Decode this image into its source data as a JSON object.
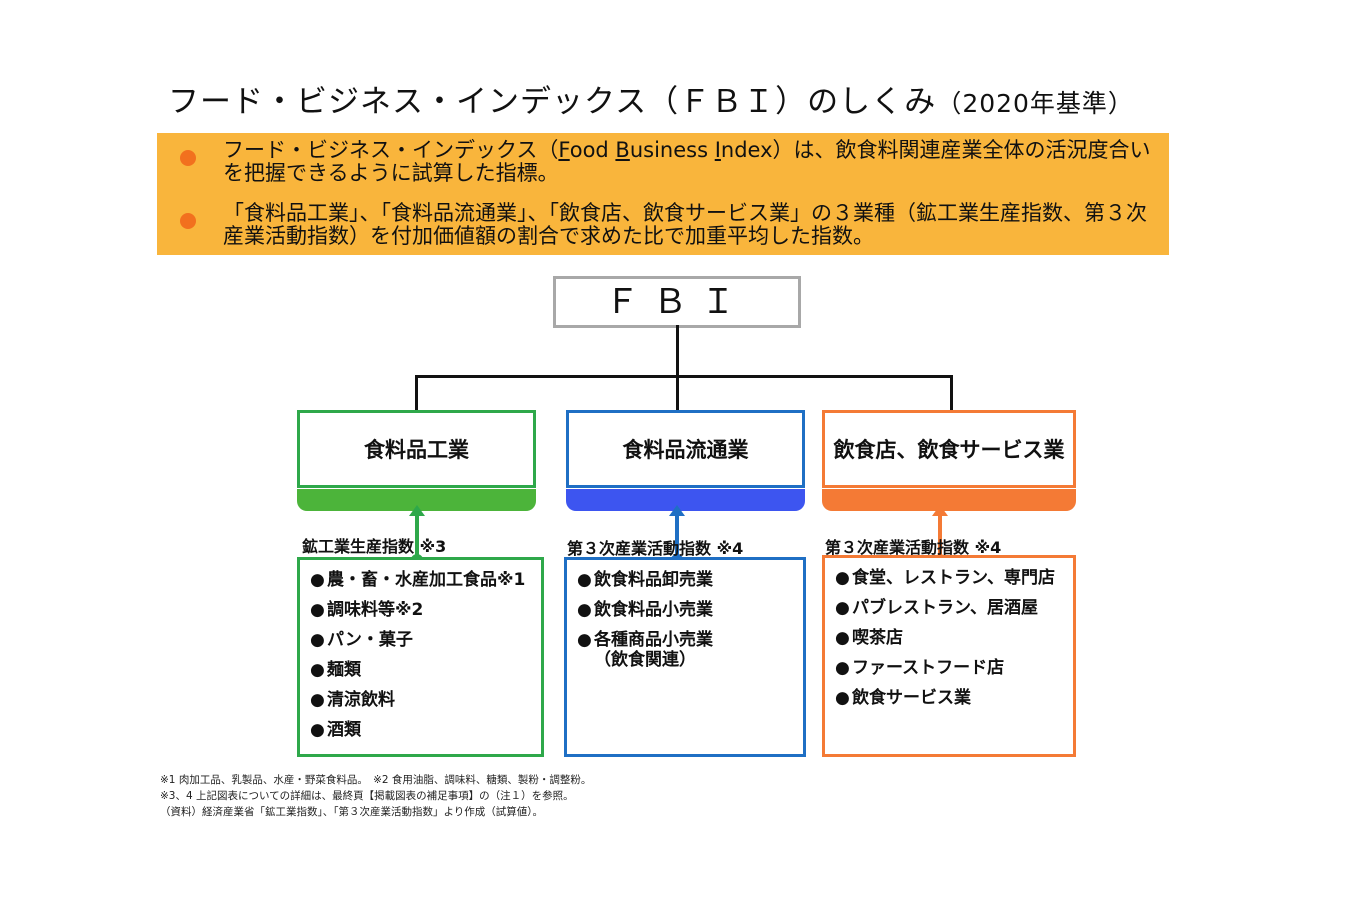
{
  "title": {
    "main": "フード・ビジネス・インデックス（ＦＢＩ）のしくみ",
    "year": "（2020年基準）"
  },
  "notice": {
    "items": [
      {
        "prefix": "フード・ビジネス・インデックス（",
        "f1": "F",
        "w1": "ood ",
        "f2": "B",
        "w2": "usiness ",
        "f3": "I",
        "w3": "ndex",
        "suffix": "）は、飲食料関連産業全体の活況度合いを把握できるように試算した指標。"
      },
      {
        "text": "「食料品工業」、「食料品流通業」、「飲食店、飲食サービス業」の３業種（鉱工業生産指数、第３次産業活動指数）を付加価値額の割合で求めた比で加重平均した指数。"
      }
    ]
  },
  "root": {
    "label": "ＦＢＩ"
  },
  "industries": [
    {
      "label": "食料品工業",
      "color": "#2ea84a",
      "bar_color": "#4cb43a",
      "index_label": "鉱工業生産指数 ※3",
      "items": [
        "農・畜・水産加工食品※1",
        "調味料等※2",
        "パン・菓子",
        "麺類",
        "清涼飲料",
        "酒類"
      ]
    },
    {
      "label": "食料品流通業",
      "color": "#1f6fc4",
      "bar_color": "#3d55f0",
      "index_label": "第３次産業活動指数 ※4",
      "items": [
        "飲食料品卸売業",
        "飲食料品小売業",
        "各種商品小売業"
      ],
      "items_cont": "（飲食関連）"
    },
    {
      "label": "飲食店、飲食サービス業",
      "color": "#f47a35",
      "bar_color": "#f47a35",
      "index_label": "第３次産業活動指数 ※4",
      "items": [
        "食堂、レストラン、専門店",
        "パブレストラン、居酒屋",
        "喫茶店",
        "ファーストフード店",
        "飲食サービス業"
      ]
    }
  ],
  "bullet": "●",
  "notes": [
    "※1 肉加工品、乳製品、水産・野菜食料品。　※2 食用油脂、調味料、糖類、製粉・調整粉。",
    "※3、4 上記図表についての詳細は、最終頁【掲載図表の補足事項】の（注１）を参照。",
    "（資料）経済産業省「鉱工業指数」、「第３次産業活動指数」より作成（試算値）。"
  ]
}
